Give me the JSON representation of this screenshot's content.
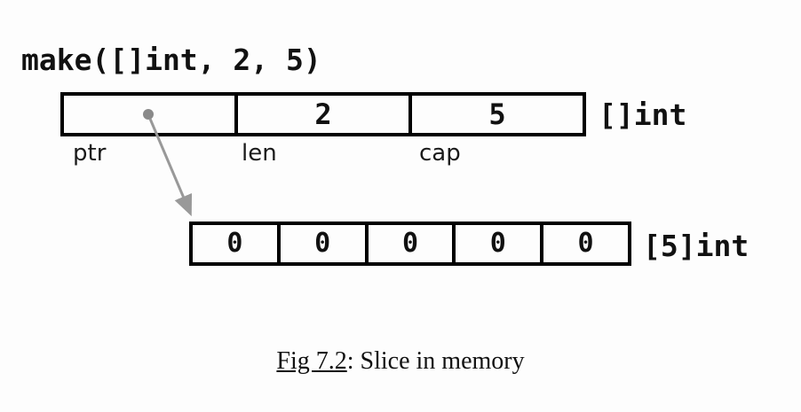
{
  "diagram": {
    "code_label": "make([]int, 2, 5)",
    "slice_header": {
      "type_label": "[]int",
      "fields": [
        {
          "name": "ptr",
          "value": ""
        },
        {
          "name": "len",
          "value": "2"
        },
        {
          "name": "cap",
          "value": "5"
        }
      ]
    },
    "backing_array": {
      "type_label": "[5]int",
      "cells": [
        "0",
        "0",
        "0",
        "0",
        "0"
      ]
    },
    "caption": {
      "fig_ref": "Fig 7.2",
      "rest": ": Slice in memory"
    },
    "colors": {
      "border": "#000000",
      "arrow": "#999999",
      "text": "#111111"
    }
  }
}
